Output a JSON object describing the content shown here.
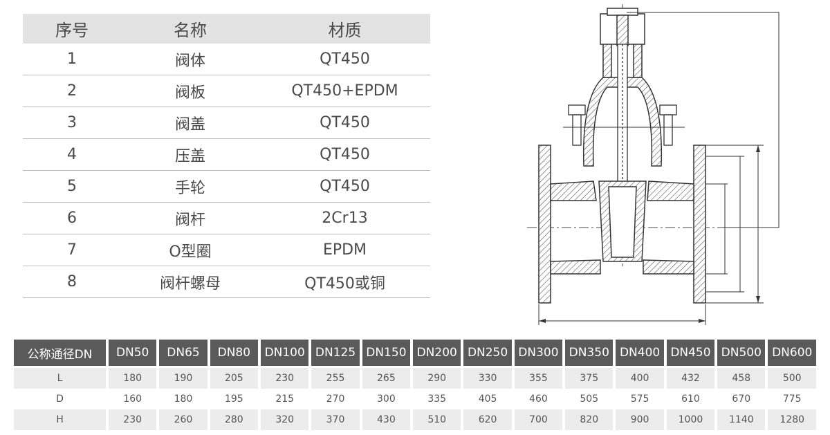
{
  "materials": {
    "headers": [
      "序号",
      "名称",
      "材质"
    ],
    "rows": [
      [
        "1",
        "阀体",
        "QT450"
      ],
      [
        "2",
        "阀板",
        "QT450+EPDM"
      ],
      [
        "3",
        "阀盖",
        "QT450"
      ],
      [
        "4",
        "压盖",
        "QT450"
      ],
      [
        "5",
        "手轮",
        "QT450"
      ],
      [
        "6",
        "阀杆",
        "2Cr13"
      ],
      [
        "7",
        "O型圈",
        "EPDM"
      ],
      [
        "8",
        "阀杆螺母",
        "QT450或铜"
      ]
    ]
  },
  "dimensions": {
    "header_label": "公称通径DN",
    "sizes": [
      "DN50",
      "DN65",
      "DN80",
      "DN100",
      "DN125",
      "DN150",
      "DN200",
      "DN250",
      "DN300",
      "DN350",
      "DN400",
      "DN450",
      "DN500",
      "DN600"
    ],
    "rows": [
      {
        "label": "L",
        "values": [
          "180",
          "190",
          "205",
          "230",
          "255",
          "265",
          "290",
          "330",
          "355",
          "375",
          "400",
          "432",
          "458",
          "500"
        ]
      },
      {
        "label": "D",
        "values": [
          "160",
          "180",
          "195",
          "215",
          "270",
          "300",
          "335",
          "405",
          "460",
          "505",
          "575",
          "610",
          "670",
          "775"
        ]
      },
      {
        "label": "H",
        "values": [
          "230",
          "260",
          "280",
          "320",
          "370",
          "430",
          "510",
          "620",
          "700",
          "820",
          "900",
          "1000",
          "1140",
          "1280"
        ]
      }
    ]
  },
  "colors": {
    "header_dark": "#5a5a5a",
    "header_light": "#e3e3e3",
    "row_shade": "#ececec",
    "line": "#3a3a3a"
  }
}
